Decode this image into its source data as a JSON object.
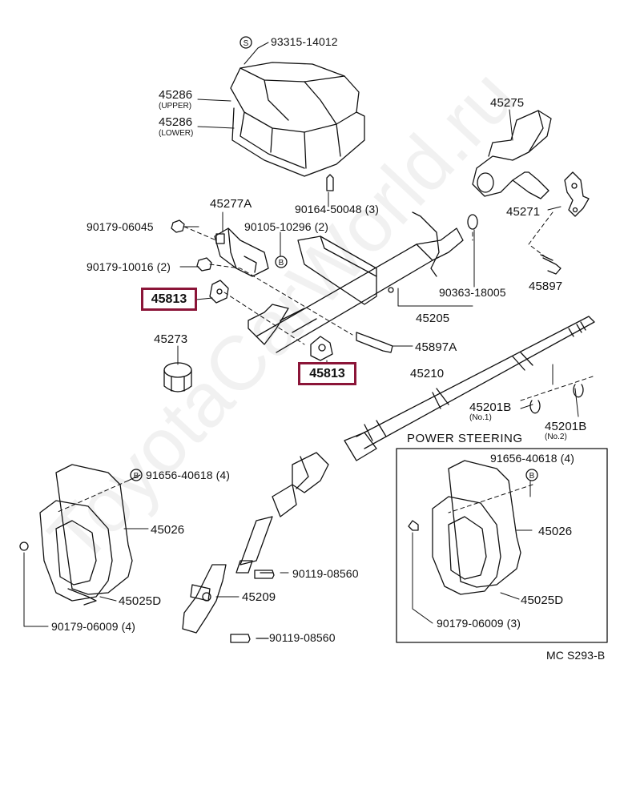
{
  "watermark": "ToyotaCarWorld.ru",
  "diagram_code": "MC S293-B",
  "inset_title": "POWER STEERING",
  "labels": {
    "p93315": "93315-14012",
    "p45286u": "45286",
    "p45286u_sub": "(UPPER)",
    "p45286l": "45286",
    "p45286l_sub": "(LOWER)",
    "p45275": "45275",
    "p90164": "90164-50048 (3)",
    "p45277a": "45277A",
    "p90179_06045": "90179-06045",
    "p90105": "90105-10296 (2)",
    "p90179_10016": "90179-10016 (2)",
    "p45271": "45271",
    "p45897": "45897",
    "p90363": "90363-18005",
    "p45205": "45205",
    "p45813a": "45813",
    "p45813b": "45813",
    "p45273": "45273",
    "p45897a": "45897A",
    "p45210": "45210",
    "p45201b1": "45201B",
    "p45201b1_sub": "(No.1)",
    "p45201b2": "45201B",
    "p45201b2_sub": "(No.2)",
    "p91656": "91656-40618 (4)",
    "p45026": "45026",
    "p45025d": "45025D",
    "p90179_06009": "90179-06009 (4)",
    "p90119a": "90119-08560",
    "p45209": "45209",
    "p90119b": "90119-08560",
    "ps91656": "91656-40618 (4)",
    "ps45026": "45026",
    "ps45025d": "45025D",
    "ps90179": "90179-06009 (3)"
  },
  "symbols": {
    "s": "S",
    "b": "B"
  },
  "colors": {
    "highlight": "#8b1538",
    "line": "#111111"
  }
}
